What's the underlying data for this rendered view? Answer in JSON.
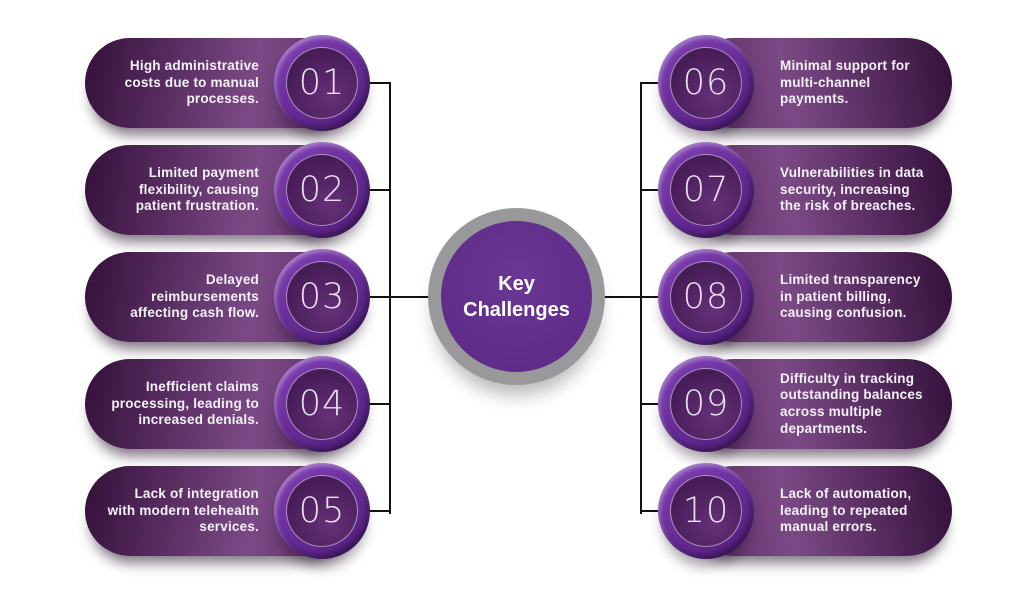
{
  "title": "Key Challenges",
  "colors": {
    "pill_dark": "#331039",
    "pill_mid": "#7b4a86",
    "pill_end": "#55265e",
    "ring_hi": "#8243b5",
    "ring_mid": "#6b2f9d",
    "ring_lo": "#4f1c77",
    "badge_inner_dark": "#471d58",
    "badge_inner_light": "#653077",
    "center_purple": "#5f2c8a",
    "center_purple_hi": "#6b3795",
    "center_ring_gray": "#99989b",
    "line_color": "#111111",
    "text_color": "#f6f1fa",
    "number_color": "#eae1f3"
  },
  "left_items": [
    {
      "num": "01",
      "text": "High administrative costs due to manual processes."
    },
    {
      "num": "02",
      "text": "Limited payment flexibility, causing patient frustration."
    },
    {
      "num": "03",
      "text": "Delayed reimbursements affecting cash flow."
    },
    {
      "num": "04",
      "text": "Inefficient claims processing, leading to increased denials."
    },
    {
      "num": "05",
      "text": "Lack of integration with modern telehealth services."
    }
  ],
  "right_items": [
    {
      "num": "06",
      "text": "Minimal support for multi-channel payments."
    },
    {
      "num": "07",
      "text": "Vulnerabilities in data security, increasing the risk of breaches."
    },
    {
      "num": "08",
      "text": "Limited transparency in patient billing, causing confusion."
    },
    {
      "num": "09",
      "text": "Difficulty in tracking outstanding balances across multiple departments."
    },
    {
      "num": "10",
      "text": "Lack of automation, leading to repeated manual errors."
    }
  ]
}
